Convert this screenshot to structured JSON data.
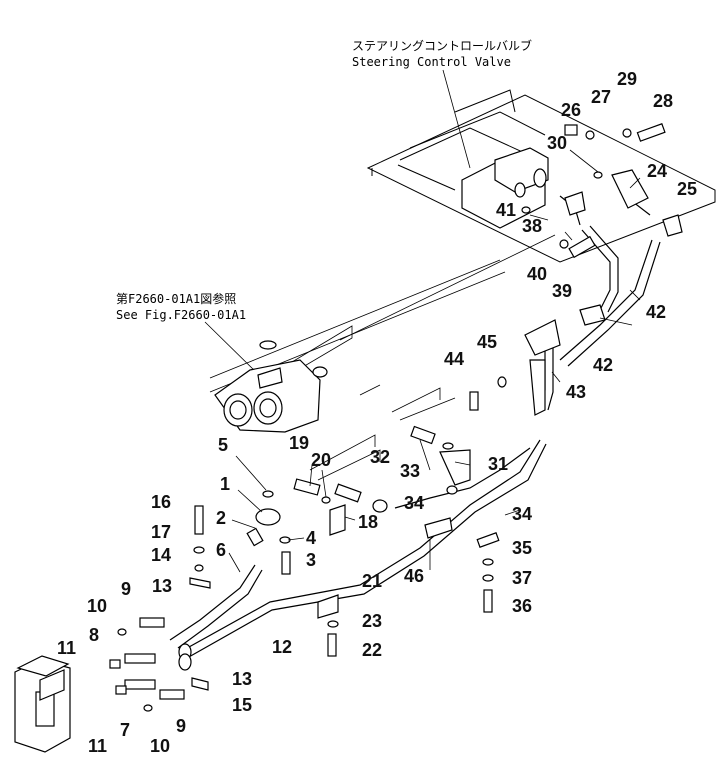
{
  "callouts": {
    "steering_valve_jp": "ステアリングコントロールバルブ",
    "steering_valve_en": "Steering Control Valve",
    "ref_jp": "第F2660-01A1図参照",
    "ref_en": "See Fig.F2660-01A1"
  },
  "part_numbers": [
    "1",
    "2",
    "3",
    "4",
    "5",
    "6",
    "7",
    "8",
    "9",
    "9",
    "10",
    "10",
    "11",
    "11",
    "12",
    "13",
    "13",
    "14",
    "15",
    "16",
    "17",
    "18",
    "19",
    "20",
    "21",
    "22",
    "23",
    "24",
    "25",
    "26",
    "27",
    "28",
    "29",
    "30",
    "31",
    "32",
    "33",
    "34",
    "34",
    "35",
    "36",
    "37",
    "38",
    "39",
    "40",
    "41",
    "42",
    "42",
    "43",
    "44",
    "45",
    "46"
  ]
}
